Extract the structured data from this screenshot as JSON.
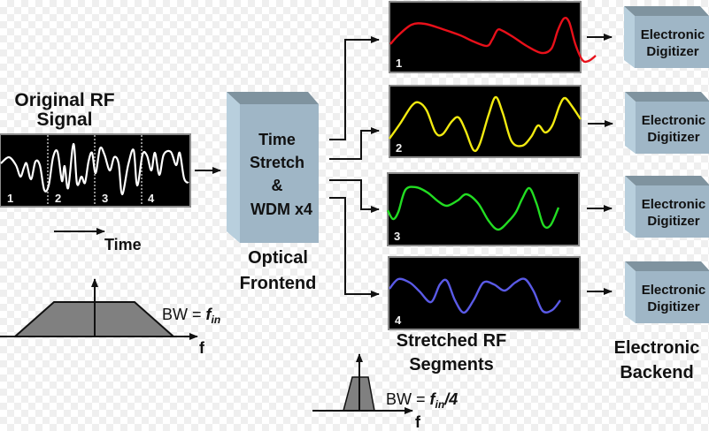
{
  "original": {
    "title_line1": "Original RF",
    "title_line2": "Signal",
    "segments": [
      "1",
      "2",
      "3",
      "4"
    ],
    "time_label": "Time",
    "trace_color": "#ffffff"
  },
  "spectrum_in": {
    "bw_prefix": "BW = ",
    "bw_var": "f",
    "bw_sub": "in",
    "axis_label": "f"
  },
  "frontend": {
    "box_lines": [
      "Time",
      "Stretch",
      "&",
      "WDM x4"
    ],
    "caption_line1": "Optical",
    "caption_line2": "Frontend"
  },
  "segments": {
    "caption_line1": "Stretched RF",
    "caption_line2": "Segments",
    "panels": [
      {
        "label": "1",
        "color": "#e8101a"
      },
      {
        "label": "2",
        "color": "#f2ea10"
      },
      {
        "label": "3",
        "color": "#22dd22"
      },
      {
        "label": "4",
        "color": "#5a5ae6"
      }
    ]
  },
  "spectrum_out": {
    "bw_prefix": "BW = ",
    "bw_var": "f",
    "bw_sub": "in",
    "bw_suffix": "/4",
    "axis_label": "f"
  },
  "backend": {
    "digitizers": [
      {
        "line1": "Electronic",
        "line2": "Digitizer"
      },
      {
        "line1": "Electronic",
        "line2": "Digitizer"
      },
      {
        "line1": "Electronic",
        "line2": "Digitizer"
      },
      {
        "line1": "Electronic",
        "line2": "Digitizer"
      }
    ],
    "caption_line1": "Electronic",
    "caption_line2": "Backend"
  },
  "colors": {
    "box_front": "#9fb6c6",
    "box_side": "#b8cfdd",
    "box_top": "#7f939f",
    "spectrum_fill": "#808080"
  }
}
